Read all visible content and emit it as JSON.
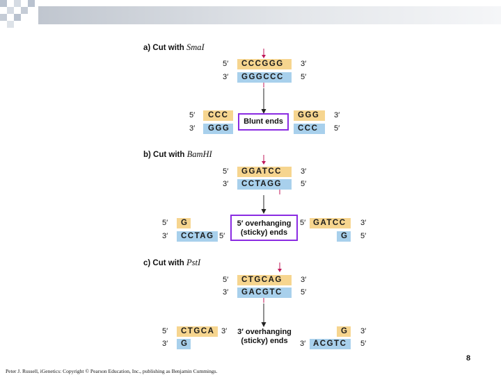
{
  "parts": [
    {
      "heading_prefix": "a) Cut with ",
      "enzyme": "SmaI",
      "site_top": "CCCGGG",
      "site_bottom": "GGGCCC",
      "left_top": "CCC",
      "left_bottom": "GGG",
      "right_top": "GGG",
      "right_bottom": "CCC",
      "note": "Blunt ends"
    },
    {
      "heading_prefix": "b) Cut with ",
      "enzyme": "BamHI",
      "site_top": "GGATCC",
      "site_bottom": "CCTAGG",
      "left_top": "G",
      "left_bottom": "CCTAG",
      "right_top": "GATCC",
      "right_bottom": "G",
      "note_line1": "5′ overhanging",
      "note_line2": "(sticky) ends"
    },
    {
      "heading_prefix": "c) Cut with ",
      "enzyme": "PstI",
      "site_top": "CTGCAG",
      "site_bottom": "GACGTC",
      "left_top": "CTGCA",
      "left_bottom": "G",
      "right_top": "G",
      "right_bottom": "ACGTC",
      "note_line1": "3′ overhanging",
      "note_line2": "(sticky) ends"
    }
  ],
  "end_labels": {
    "five": "5′",
    "three": "3′"
  },
  "colors": {
    "top_strand": "#f6d58f",
    "bottom_strand": "#a8d0ec",
    "highlight_box": "#8a2be2",
    "cut_arrow": "#c0185a"
  },
  "footer": "Peter J. Russell, iGenetics: Copyright © Pearson Education, Inc., publishing as Benjamin Cummings.",
  "page_number": "8"
}
